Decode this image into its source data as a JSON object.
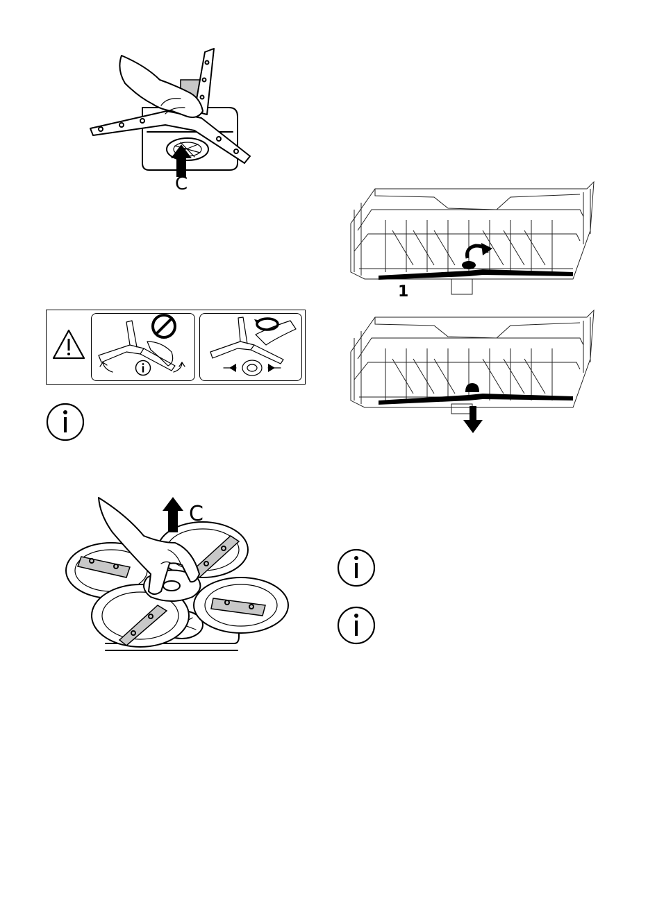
{
  "figures": {
    "lower_arm_removal": {
      "label": "C"
    },
    "basket_arm_removal": {
      "label": "1"
    },
    "satellite_arm_removal": {
      "label": "C"
    }
  },
  "icons": {
    "warning": "warning-triangle-icon",
    "info": "info-circle-icon",
    "prohibited": "no-entry-icon",
    "rotate": "rotate-arrow-icon"
  },
  "colors": {
    "ink": "#000000",
    "shade": "#c8c8c8"
  }
}
